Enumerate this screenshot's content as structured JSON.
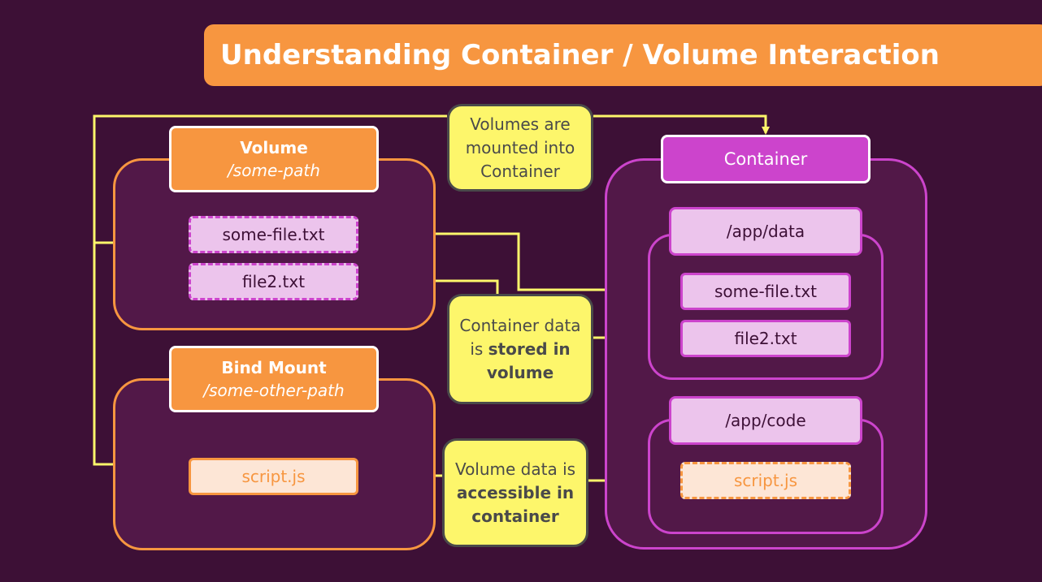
{
  "title": "Understanding Container / Volume Interaction",
  "volume": {
    "title": "Volume",
    "path": "/some-path",
    "files": [
      "some-file.txt",
      "file2.txt"
    ]
  },
  "bind_mount": {
    "title": "Bind Mount",
    "path": "/some-other-path",
    "file": "script.js"
  },
  "container": {
    "title": "Container",
    "data_path": "/app/data",
    "data_files": [
      "some-file.txt",
      "file2.txt"
    ],
    "code_path": "/app/code",
    "code_file": "script.js"
  },
  "notes": {
    "mounted": "Volumes are mounted into Container",
    "stored_prefix": "Container data is",
    "stored_bold": "stored in volume",
    "accessible_prefix": "Volume data is",
    "accessible_bold": "accessible in container"
  },
  "colors": {
    "background": "#3d1036",
    "orange": "#f79640",
    "magenta": "#cc44cc",
    "light_pink": "#ecc4ec",
    "yellow_note": "#fdf66b",
    "connector": "#fdf66b"
  }
}
